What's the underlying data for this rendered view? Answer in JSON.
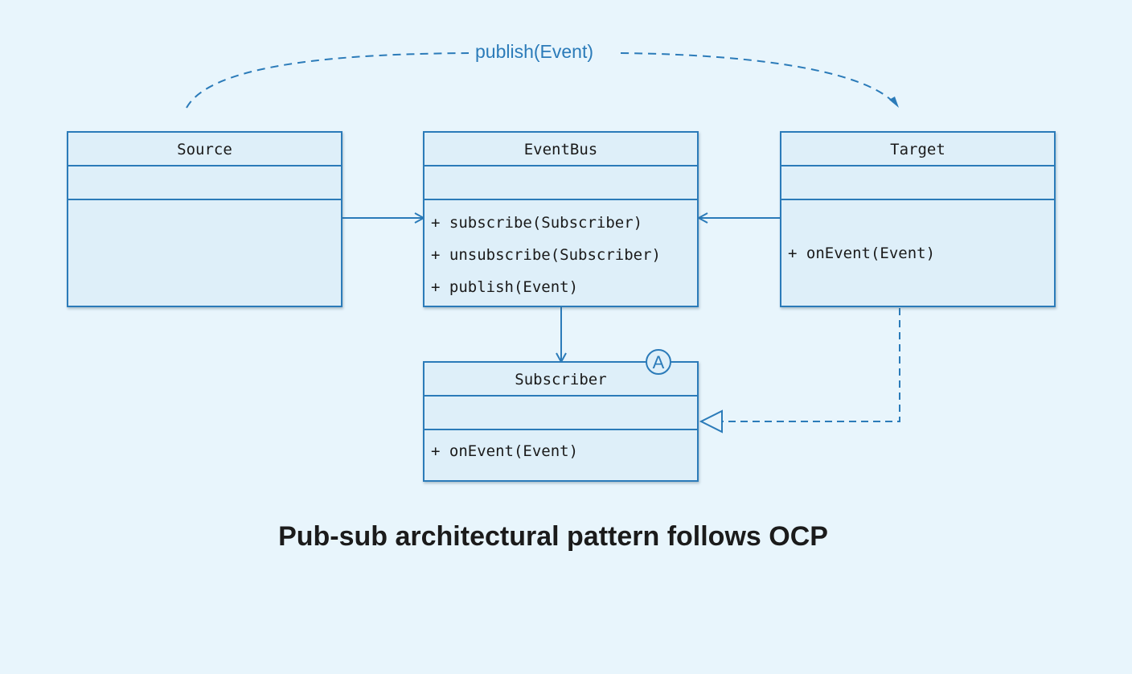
{
  "classes": {
    "source": {
      "name": "Source",
      "operations": []
    },
    "eventbus": {
      "name": "EventBus",
      "operations": [
        "+ subscribe(Subscriber)",
        "+ unsubscribe(Subscriber)",
        "+ publish(Event)"
      ]
    },
    "target": {
      "name": "Target",
      "operations": [
        "+ onEvent(Event)"
      ]
    },
    "subscriber": {
      "name": "Subscriber",
      "abstract_badge": "A",
      "operations": [
        "+ onEvent(Event)"
      ]
    }
  },
  "relations": {
    "publish_label": "publish(Event)"
  },
  "caption": "Pub-sub architectural pattern follows OCP",
  "colors": {
    "background": "#e8f5fc",
    "class_fill": "#deeff9",
    "line": "#2b7bb9",
    "caption_text": "#1b1b1b"
  }
}
